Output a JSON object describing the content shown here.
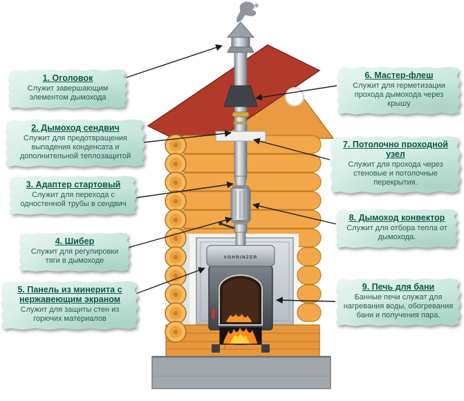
{
  "diagram": {
    "callouts": [
      {
        "title": "1. Оголовок",
        "desc": "Служит завершающим элементом дымохода"
      },
      {
        "title": "2. Дымоход сендвич",
        "desc": "Служит для предотвращения выпадения конденсата и дополнительной теплозащитой"
      },
      {
        "title": "3. Адаптер стартовый",
        "desc": "Служит для перехода с одностенной трубы в сендвич"
      },
      {
        "title": "4. Шибер",
        "desc": "Служит для регулировки тяги в дымоходе"
      },
      {
        "title": "5. Панель из минерита с нержавеющим экраном",
        "desc": "Служит для защиты стен из горючих материалов"
      },
      {
        "title": "6. Мастер-флеш",
        "desc": "Служит для герметизации прохода дымохода через крышу"
      },
      {
        "title": "7. Потолочно проходной узел",
        "desc": "Служит для прохода через стеновые и потолочные перекрытия."
      },
      {
        "title": "8. Дымоход конвектор",
        "desc": "Служит для отбора тепла от дымохода."
      },
      {
        "title": "9. Печь для бани",
        "desc": "Банные печи служат для нагревания воды, обогревания бани и получения пара."
      }
    ],
    "stove_brand": "VOHRINZER",
    "colors": {
      "callout_bg": "#cfeae2",
      "callout_title": "#0d5948",
      "callout_text": "#2c5c52",
      "roof_red": "#b13a2b",
      "log_orange": "#f3a74b",
      "gable_orange": "#ea9a40",
      "metal_gray": "#b9bfc5",
      "fire_orange": "#ff8a1e",
      "fire_yellow": "#ffd23e",
      "foundation_gray": "#a2a7ab"
    }
  }
}
